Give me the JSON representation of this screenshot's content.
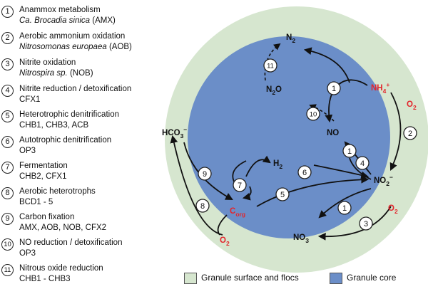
{
  "legend": [
    {
      "num": "1",
      "l1": "Anammox metabolism",
      "l2_it": "Ca. Brocadia sinica",
      "l2_rest": " (AMX)"
    },
    {
      "num": "2",
      "l1": "Aerobic ammonium oxidation",
      "l2_it": "Nitrosomonas europaea",
      "l2_rest": " (AOB)"
    },
    {
      "num": "3",
      "l1": "Nitrite oxidation",
      "l2_it": "Nitrospira sp.",
      "l2_rest": " (NOB)"
    },
    {
      "num": "4",
      "l1": "Nitrite reduction / detoxification",
      "l2_it": "",
      "l2_rest": "CFX1"
    },
    {
      "num": "5",
      "l1": "Heterotrophic denitrification",
      "l2_it": "",
      "l2_rest": "CHB1, CHB3, ACB"
    },
    {
      "num": "6",
      "l1": "Autotrophic denitrification",
      "l2_it": "",
      "l2_rest": "OP3"
    },
    {
      "num": "7",
      "l1": "Fermentation",
      "l2_it": "",
      "l2_rest": "CHB2, CFX1"
    },
    {
      "num": "8",
      "l1": "Aerobic heterotrophs",
      "l2_it": "",
      "l2_rest": "BCD1 - 5"
    },
    {
      "num": "9",
      "l1": "Carbon fixation",
      "l2_it": "",
      "l2_rest": "AMX, AOB, NOB, CFX2"
    },
    {
      "num": "10",
      "l1": "NO reduction / detoxification",
      "l2_it": "",
      "l2_rest": "OP3"
    },
    {
      "num": "11",
      "l1": "Nitrous oxide reduction",
      "l2_it": "",
      "l2_rest": "CHB1 - CHB3"
    }
  ],
  "diagram": {
    "n2": "N",
    "n2_sub": "2",
    "n2o": "N",
    "n2o_sub": "2",
    "n2o_end": "O",
    "nh4": "NH",
    "nh4_sub": "4",
    "nh4_sup": "+",
    "o2_a": "O",
    "o2_a_sub": "2",
    "o2_b": "O",
    "o2_b_sub": "2",
    "o2_c": "O",
    "o2_c_sub": "2",
    "no": "NO",
    "hco3": "HCO",
    "hco3_sub": "3",
    "hco3_sup": "−",
    "h2": "H",
    "h2_sub": "2",
    "no2": "NO",
    "no2_sub": "2",
    "no2_sup": "−",
    "no3": "NO",
    "no3_sub": "3",
    "corg": "C",
    "corg_sub": "org",
    "circles": {
      "c1a": "1",
      "c1b": "1",
      "c1c": "1",
      "c2": "2",
      "c3": "3",
      "c4": "4",
      "c5": "5",
      "c6": "6",
      "c7": "7",
      "c8": "8",
      "c9": "9",
      "c10": "10",
      "c11": "11"
    }
  },
  "keys": {
    "surface_label": "Granule surface and flocs",
    "core_label": "Granule core",
    "surface_color": "#d6e6cf",
    "core_color": "#6b8ec8"
  }
}
